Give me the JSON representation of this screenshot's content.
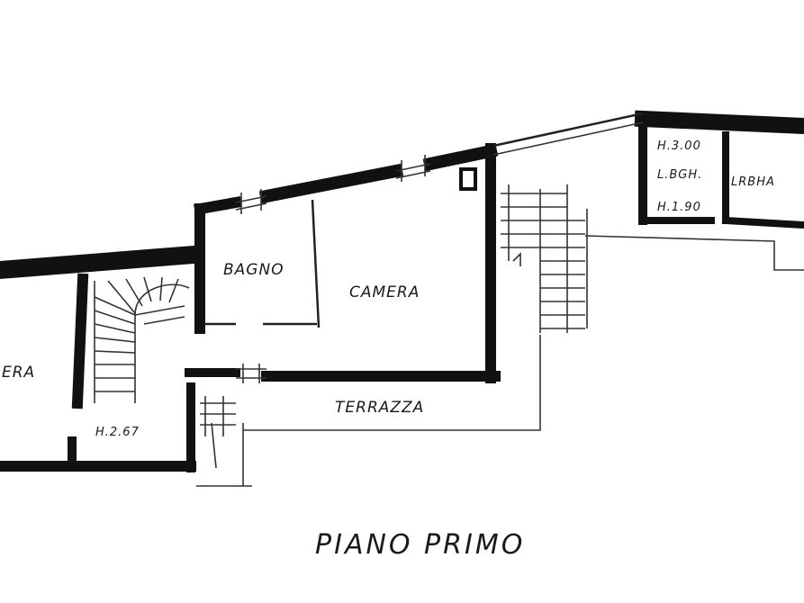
{
  "rooms": {
    "left_room": "ERA",
    "bagno": "BAGNO",
    "camera": "CAMERA",
    "terrazza": "TERRAZZA",
    "landing_height": "H.2.67",
    "right_room": "LRBHA",
    "small_room": {
      "line1": "H.3.00",
      "line2": "L.BGH.",
      "line3": "H.1.90"
    }
  },
  "plan_title": "PIANO PRIMO",
  "colors": {
    "wall": "#111111",
    "background": "#ffffff"
  }
}
